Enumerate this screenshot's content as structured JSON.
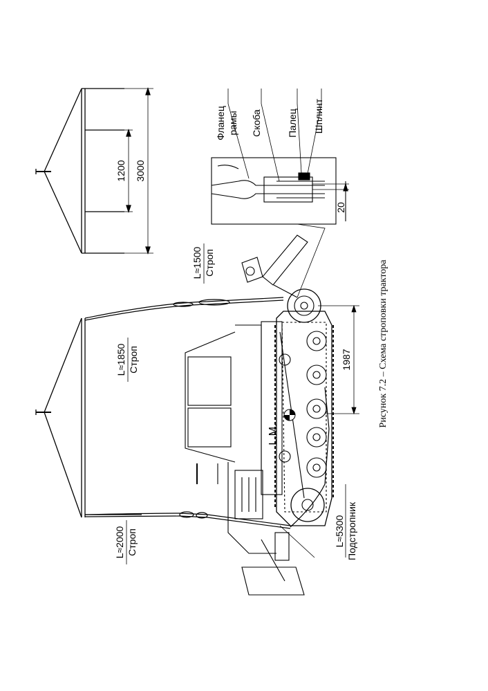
{
  "figure": {
    "caption": "Рисунок 7.2 – Схема строповки трактора"
  },
  "spreader_dimensions": {
    "inner": "1200",
    "outer": "3000"
  },
  "slings": {
    "front_length": "L≈2000",
    "front_name": "Строп",
    "middle_length": "L≈1850",
    "middle_name": "Строп",
    "rear_length": "L≈1500",
    "rear_name": "Строп",
    "bottom_length": "L≈5300",
    "bottom_name": "Подстропник"
  },
  "detail_labels": {
    "flange_line1": "Фланец",
    "flange_line2": "рамы",
    "bracket": "Скоба",
    "pin": "Палец",
    "cotter": "Шплинт",
    "offset": "20"
  },
  "tractor": {
    "lm_mark": "L.M.",
    "track_base": "1987"
  }
}
